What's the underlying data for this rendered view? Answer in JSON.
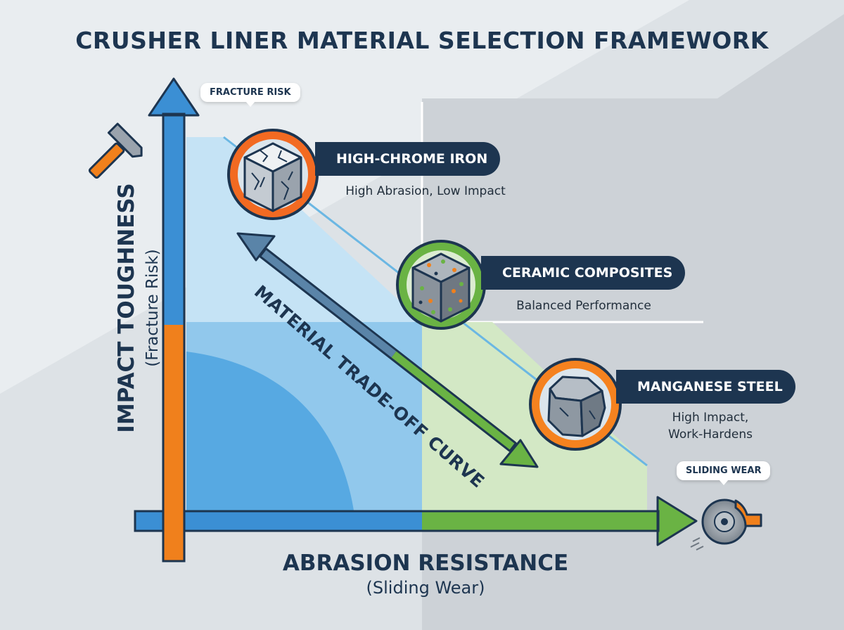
{
  "title": "CRUSHER LINER MATERIAL SELECTION FRAMEWORK",
  "y_axis": {
    "label": "IMPACT TOUGHNESS",
    "sublabel": "(Fracture Risk)",
    "tag": "FRACTURE RISK"
  },
  "x_axis": {
    "label": "ABRASION RESISTANCE",
    "sublabel": "(Sliding Wear)",
    "tag": "SLIDING WEAR"
  },
  "curve_label": "MATERIAL TRADE-OFF CURVE",
  "materials": [
    {
      "name": "HIGH-CHROME IRON",
      "desc_lines": [
        "High Abrasion, Low Impact"
      ],
      "ring_color": "#f26a22"
    },
    {
      "name": "CERAMIC COMPOSITES",
      "desc_lines": [
        "Balanced Performance"
      ],
      "ring_color": "#6ab344"
    },
    {
      "name": "MANGANESE STEEL",
      "desc_lines": [
        "High Impact,",
        "Work-Hardens"
      ],
      "ring_color": "#f5821f"
    }
  ],
  "colors": {
    "navy": "#1d3550",
    "blue": "#3b8fd4",
    "orange": "#f0801c",
    "green": "#6ab344"
  },
  "icons": [
    "hammer-icon",
    "brake-disc-icon",
    "cracked-cube-icon",
    "speckled-cube-icon",
    "rough-rock-icon"
  ]
}
